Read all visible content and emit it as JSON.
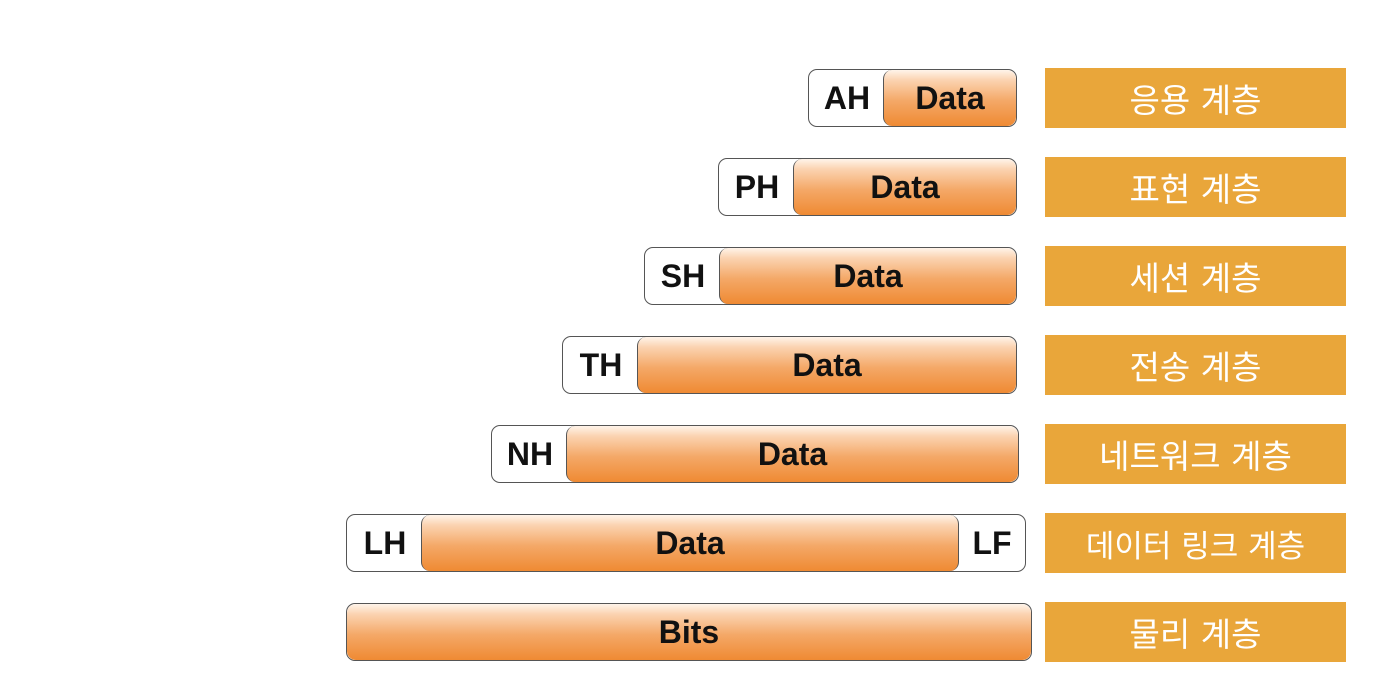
{
  "rows": [
    {
      "header": "AH",
      "data": "Data",
      "layer": "응용 계층"
    },
    {
      "header": "PH",
      "data": "Data",
      "layer": "표현 계층"
    },
    {
      "header": "SH",
      "data": "Data",
      "layer": "세션 계층"
    },
    {
      "header": "TH",
      "data": "Data",
      "layer": "전송 계층"
    },
    {
      "header": "NH",
      "data": "Data",
      "layer": "네트워크 계층"
    },
    {
      "header": "LH",
      "data": "Data",
      "trailer": "LF",
      "layer": "데이터 링크 계층"
    },
    {
      "data": "Bits",
      "layer": "물리 계층"
    }
  ],
  "colors": {
    "label_background": "#e9a63a",
    "label_text": "#ffffff",
    "data_gradient_end": "#ef8a33",
    "outline": "#555555"
  }
}
